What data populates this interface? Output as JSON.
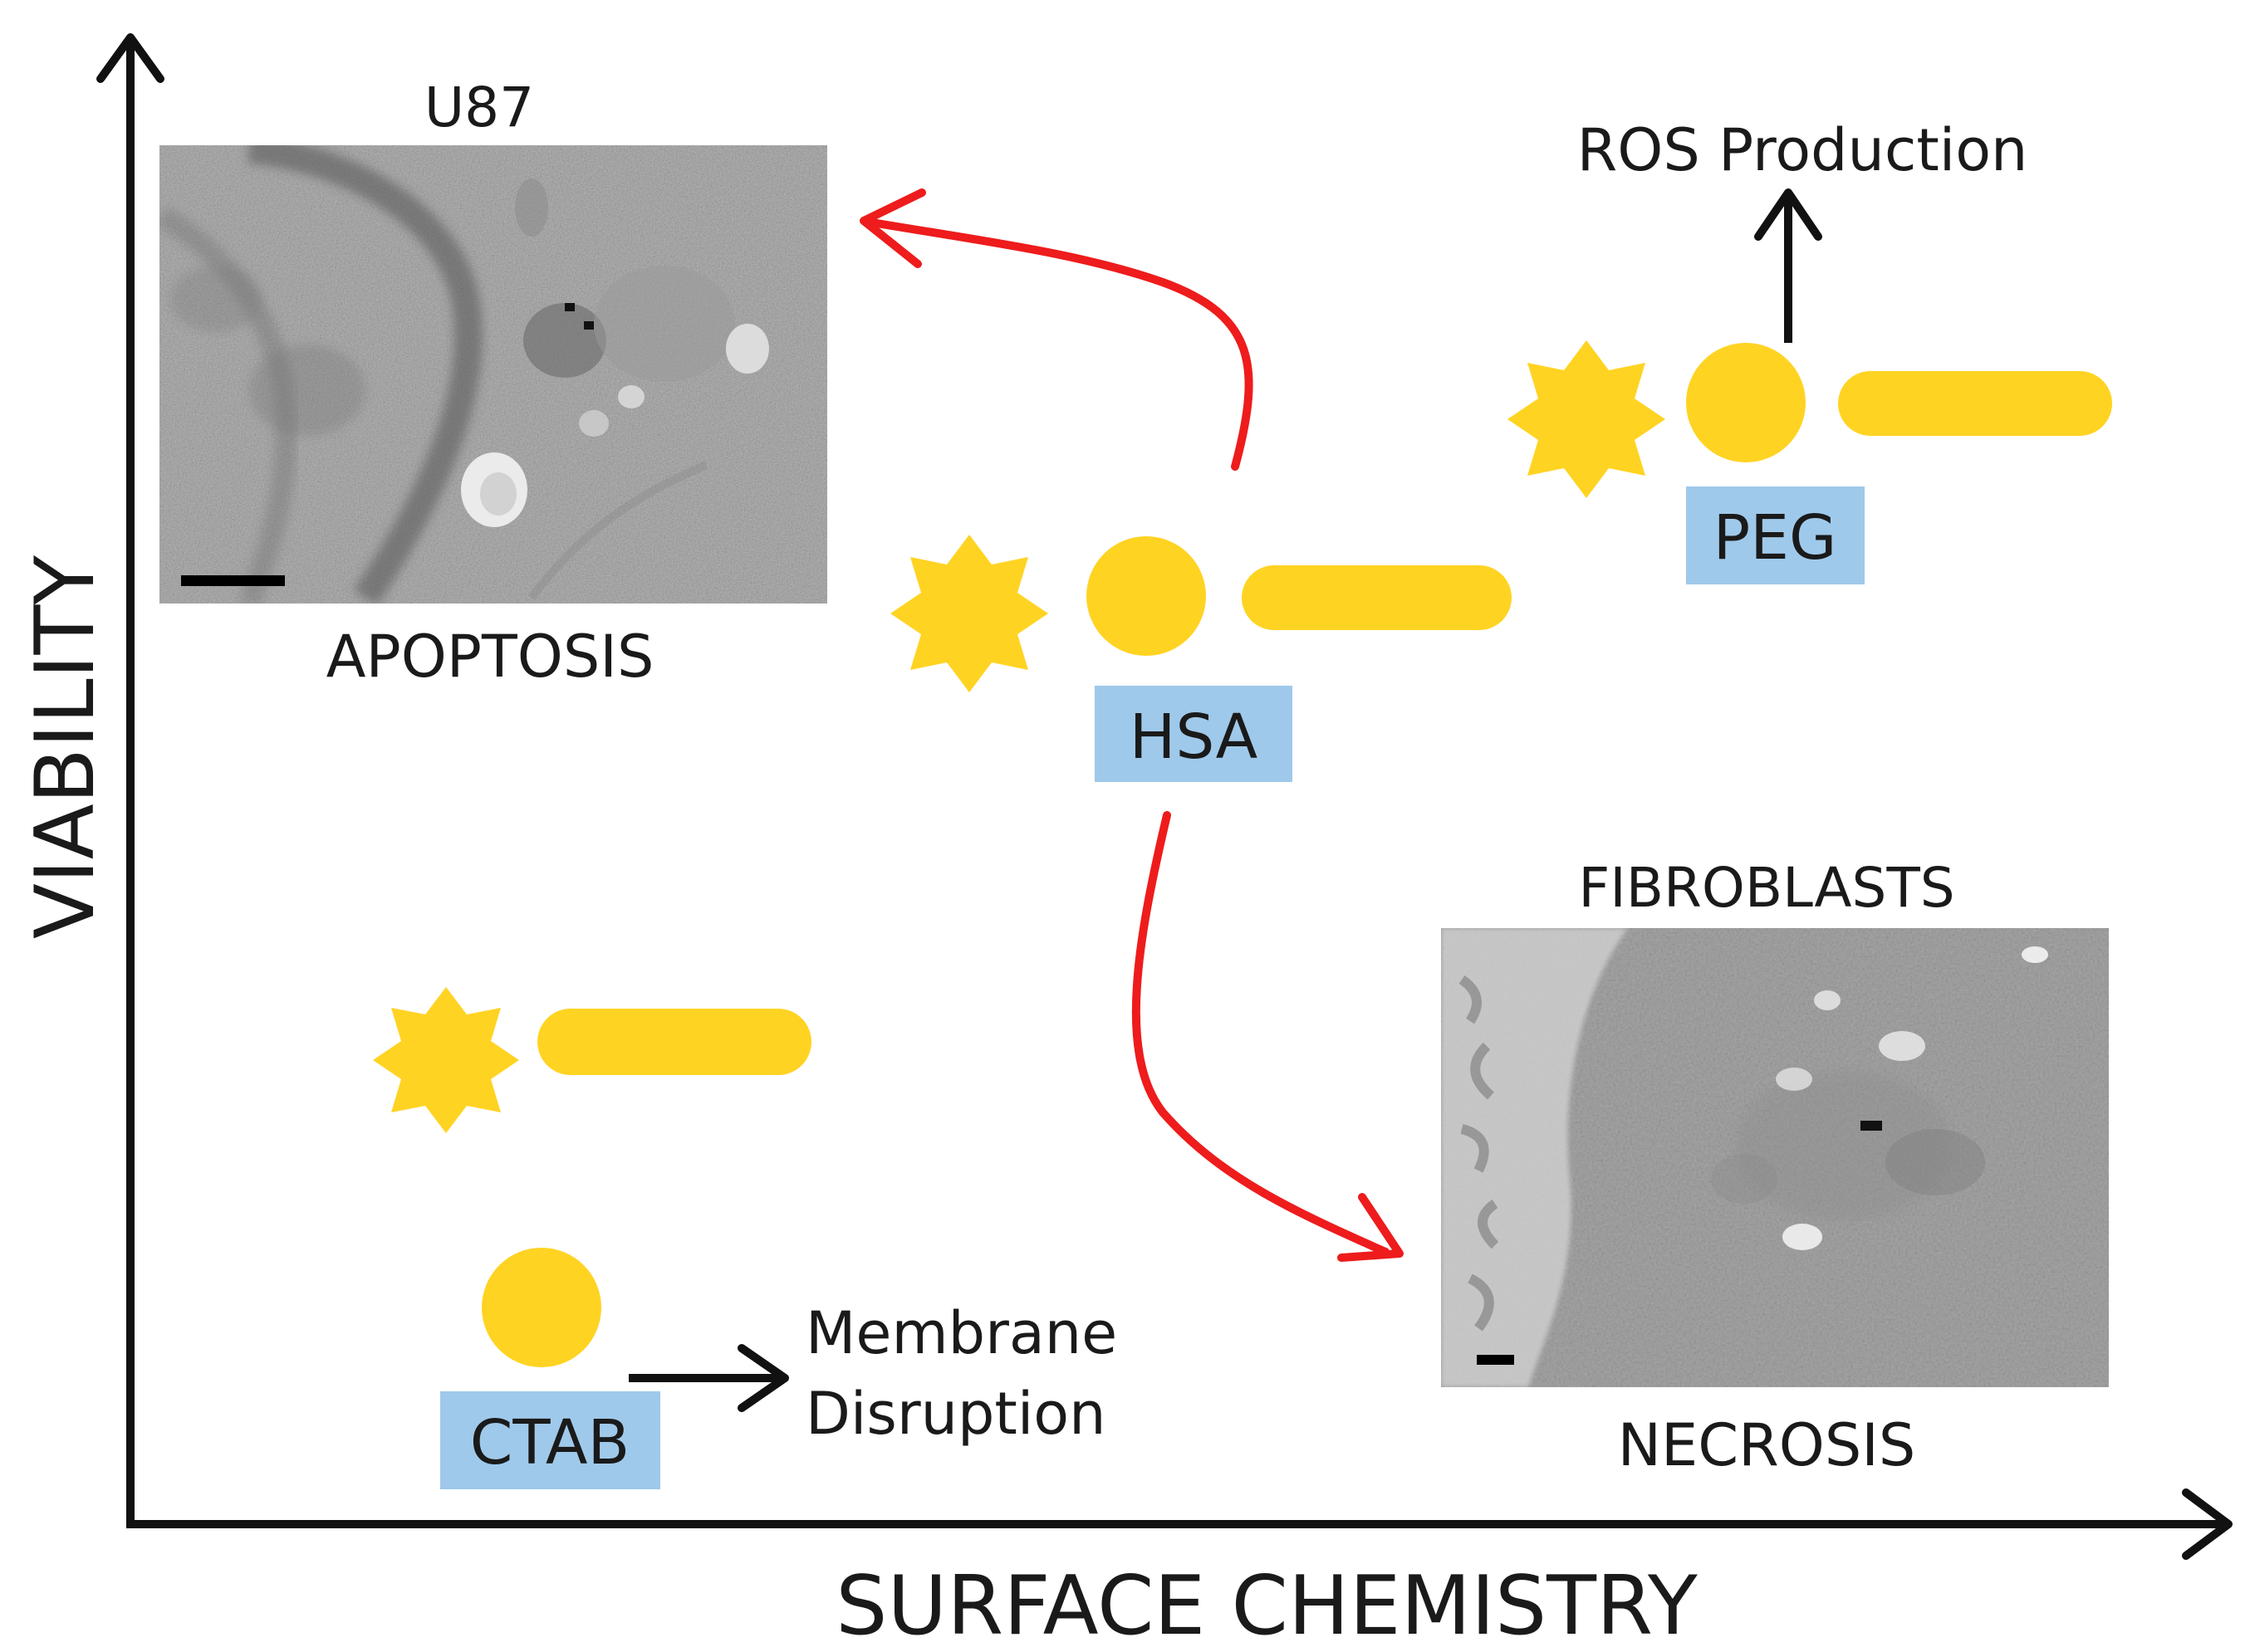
{
  "axes": {
    "y_label": "VIABILITY",
    "x_label": "SURFACE CHEMISTRY"
  },
  "micrographs": {
    "u87": {
      "title": "U87",
      "caption": "APOPTOSIS"
    },
    "fibroblasts": {
      "title": "FIBROBLASTS",
      "caption": "NECROSIS"
    }
  },
  "coatings": {
    "hsa": "HSA",
    "peg": "PEG",
    "ctab": "CTAB"
  },
  "effects": {
    "ros": "ROS Production",
    "membrane_line1": "Membrane",
    "membrane_line2": "Disruption"
  },
  "colors": {
    "particle": "#ffd322",
    "badge": "#9fc9ea",
    "red_arrow": "#ee1c1c",
    "axis": "#111111"
  }
}
